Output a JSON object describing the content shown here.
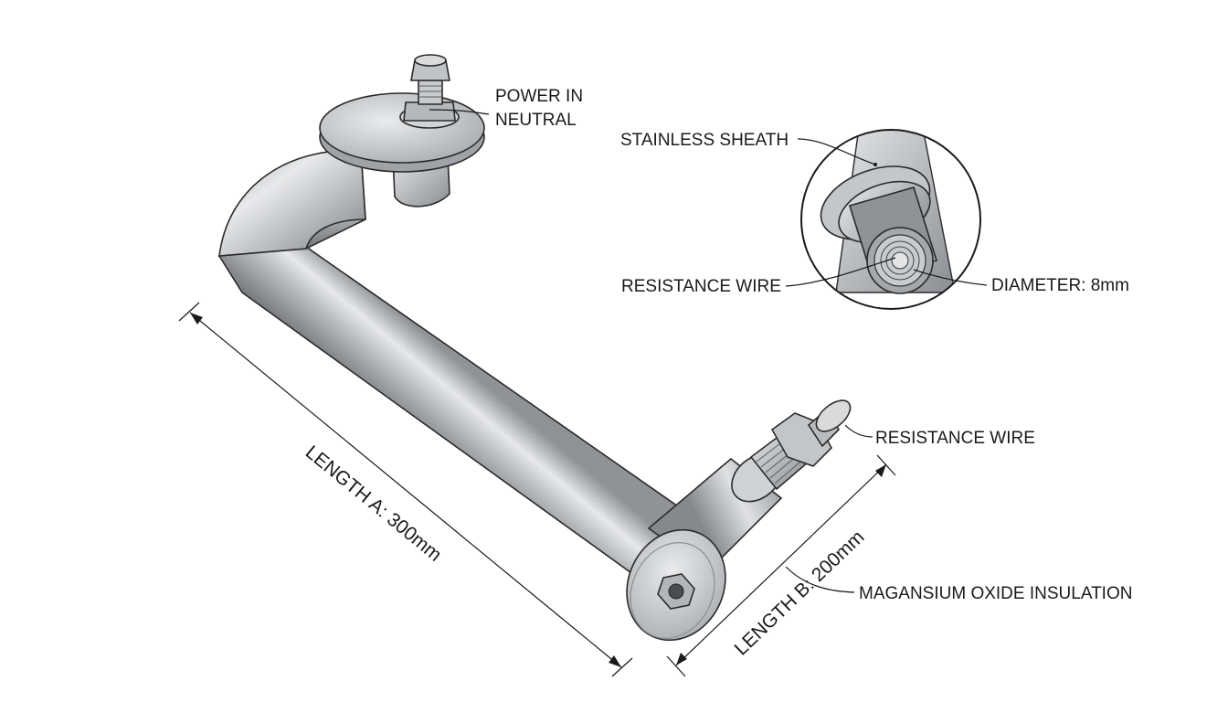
{
  "labels": {
    "power_in": "POWER IN",
    "neutral": "NEUTRAL",
    "stainless_sheath": "STAINLESS SHEATH",
    "resistance_wire_detail": "RESISTANCE WIRE",
    "diameter": "DIAMETER: 8mm",
    "resistance_wire_terminal": "RESISTANCE WIRE",
    "insulation": "MAGANSIUM OXIDE INSULATION",
    "length_a": "LENGTH A: 300mm",
    "length_b": "LENGTH B: 200mm"
  }
}
